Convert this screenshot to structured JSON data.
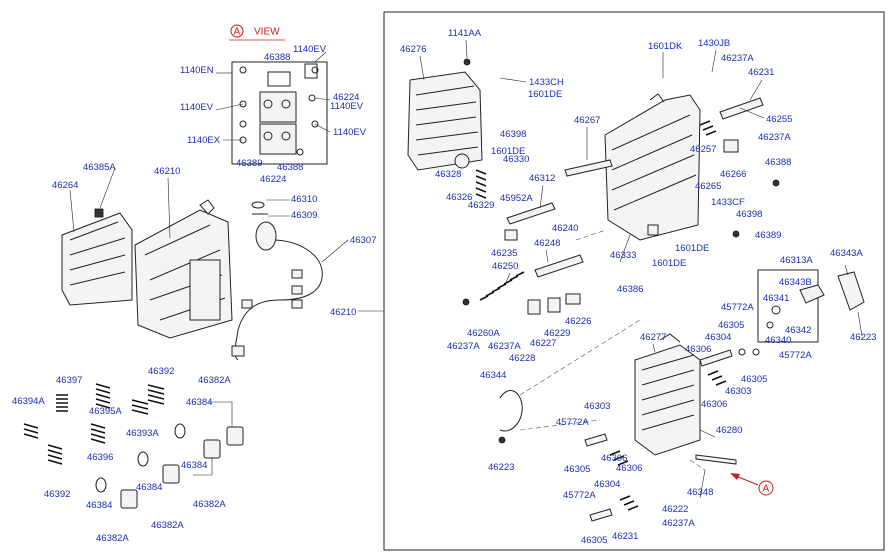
{
  "view_label": {
    "circle": "A",
    "text": "VIEW"
  },
  "arrow_label": "A",
  "labels": {
    "l1140EV_a": "1140EV",
    "l1140EN": "1140EN",
    "l46388_a": "46388",
    "l46224_a": "46224",
    "l1140EV_b": "1140EV",
    "l1140EV_c": "1140EV",
    "l1140EV_d": "1140EV",
    "l1140EX": "1140EX",
    "l46389_a": "46389",
    "l46388_b": "46388",
    "l46224_b": "46224",
    "l46385A": "46385A",
    "l46264": "46264",
    "l46210_a": "46210",
    "l46310": "46310",
    "l46309": "46309",
    "l46307": "46307",
    "l46210_b": "46210",
    "l46397": "46397",
    "l46392_a": "46392",
    "l46382A_a": "46382A",
    "l46394A": "46394A",
    "l46395A": "46395A",
    "l46384_a": "46384",
    "l46393A": "46393A",
    "l46396": "46396",
    "l46384_b": "46384",
    "l46392_b": "46392",
    "l46384_c": "46384",
    "l46382A_b": "46382A",
    "l46384_d": "46384",
    "l46382A_c": "46382A",
    "l46382A_d": "46382A",
    "l1141AA": "1141AA",
    "l46276": "46276",
    "l1433CH": "1433CH",
    "l1601DE_a": "1601DE",
    "l1601DK": "1601DK",
    "l1430JB": "1430JB",
    "l46237A_a": "46237A",
    "l46231_a": "46231",
    "l46255": "46255",
    "l46398_a": "46398",
    "l46267": "46267",
    "l46237A_b": "46237A",
    "l1601DE_b": "1601DE",
    "l46330": "46330",
    "l46257": "46257",
    "l46328": "46328",
    "l46265": "46265",
    "l46266": "46266",
    "l46388_c": "46388",
    "l46312": "46312",
    "l46326": "46326",
    "l46329": "46329",
    "l45952A": "45952A",
    "l1433CF": "1433CF",
    "l46398_b": "46398",
    "l46240": "46240",
    "l46389_b": "46389",
    "l46235": "46235",
    "l46248": "46248",
    "l1601DE_c": "1601DE",
    "l46333": "46333",
    "l1601DE_d": "1601DE",
    "l46343A": "46343A",
    "l46313A": "46313A",
    "l46250": "46250",
    "l46343B": "46343B",
    "l46386": "46386",
    "l46341": "46341",
    "l45772A_a": "45772A",
    "l46342": "46342",
    "l46223_a": "46223",
    "l46226": "46226",
    "l46229": "46229",
    "l46340": "46340",
    "l46305_a": "46305",
    "l46260A": "46260A",
    "l46227": "46227",
    "l46277": "46277",
    "l46304_a": "46304",
    "l45772A_b": "45772A",
    "l46237A_c": "46237A",
    "l46237A_d": "46237A",
    "l46228": "46228",
    "l46306_a": "46306",
    "l46344": "46344",
    "l46305_b": "46305",
    "l46303_a": "46303",
    "l46306_b": "46306",
    "l46303_b": "46303",
    "l45772A_c": "45772A",
    "l46280": "46280",
    "l46306_c": "46306",
    "l46223_b": "46223",
    "l46305_c": "46305",
    "l46306_d": "46306",
    "l46348": "46348",
    "l46304_b": "46304",
    "l45772A_d": "45772A",
    "l46222": "46222",
    "l46237A_e": "46237A",
    "l46305_d": "46305",
    "l46231_b": "46231"
  },
  "colors": {
    "label": "#1a2fb8",
    "accent": "#d21b1b",
    "line": "#222222"
  }
}
